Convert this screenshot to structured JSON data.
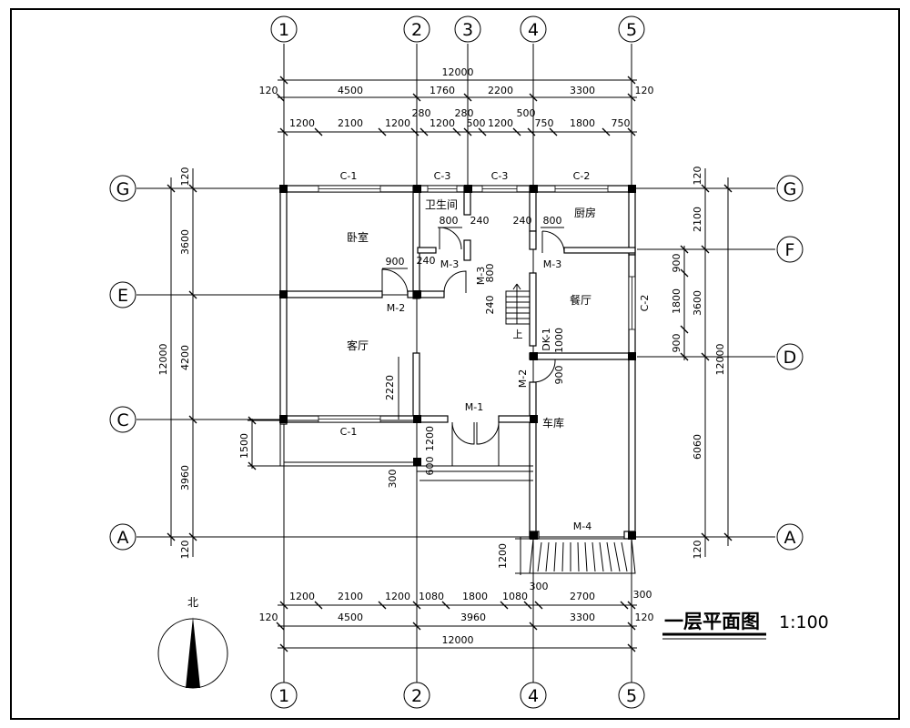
{
  "grid": {
    "columns": [
      "1",
      "2",
      "3",
      "4",
      "5"
    ],
    "rows": [
      "G",
      "F",
      "E",
      "D",
      "C",
      "A"
    ]
  },
  "top_dims": {
    "overall": "12000",
    "edge_left": "120",
    "edge_right": "120",
    "segments": [
      "4500",
      "1760",
      "2200",
      "3300"
    ],
    "detail": [
      "1200",
      "2100",
      "1200",
      "280",
      "280",
      "1200",
      "500",
      "1200",
      "500",
      "750",
      "1800",
      "750"
    ]
  },
  "bottom_dims": {
    "overall": "12000",
    "edge_left": "120",
    "edge_right": "120",
    "segments": [
      "4500",
      "3960",
      "3300"
    ],
    "detail": [
      "1200",
      "2100",
      "1200",
      "1080",
      "1800",
      "1080",
      "300",
      "2700",
      "300"
    ]
  },
  "left_dims": {
    "overall": "12000",
    "edge_top": "120",
    "edge_bottom": "120",
    "segments": [
      "3600",
      "4200",
      "3960"
    ],
    "porch": "1500"
  },
  "right_dims": {
    "overall": "12000",
    "edge_top": "120",
    "edge_bottom": "120",
    "segments": [
      "2100",
      "3600",
      "6060"
    ],
    "detail": [
      "900",
      "1800",
      "900"
    ]
  },
  "rooms": {
    "bedroom": "卧室",
    "bathroom": "卫生间",
    "kitchen": "厨房",
    "living": "客厅",
    "dining": "餐厅",
    "garage": "车库"
  },
  "openings": {
    "c1_top": "C-1",
    "c3_a": "C-3",
    "c3_b": "C-3",
    "c2_top": "C-2",
    "c2_right": "C-2",
    "c1_bottom": "C-1",
    "m1": "M-1",
    "m2_bedroom": "M-2",
    "m2_garage": "M-2",
    "m3_bath": "M-3",
    "m3_vertical": "M-3",
    "m3_kitchen": "M-3",
    "m4": "M-4",
    "dk1": "DK-1"
  },
  "inner_dims": {
    "d900": "900",
    "d240a": "240",
    "d800a": "800",
    "d240b": "240",
    "d240c": "240",
    "d800b": "800",
    "d800v": "800",
    "d240v": "240",
    "d1000": "1000",
    "d900v": "900",
    "d2220": "2220",
    "d1200": "1200",
    "d600": "600",
    "d300": "300",
    "d1200b": "1200",
    "up": "上"
  },
  "compass": {
    "north": "北"
  },
  "title": {
    "text": "一层平面图",
    "scale": "1:100"
  }
}
